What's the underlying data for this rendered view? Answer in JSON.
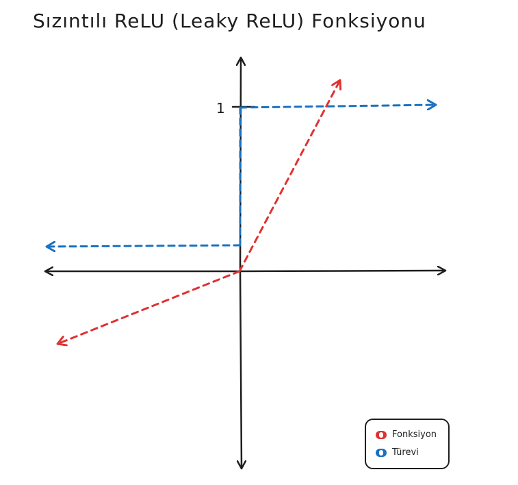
{
  "title": "Sızıntılı ReLU (Leaky ReLU) Fonksiyonu",
  "y_tick_label": "1",
  "colors": {
    "function": "#e03131",
    "derivative": "#1971c2",
    "axis": "#1e1e1e"
  },
  "legend": {
    "items": [
      {
        "label": "Fonksiyon",
        "color": "#e03131"
      },
      {
        "label": "Türevi",
        "color": "#1971c2"
      }
    ]
  }
}
